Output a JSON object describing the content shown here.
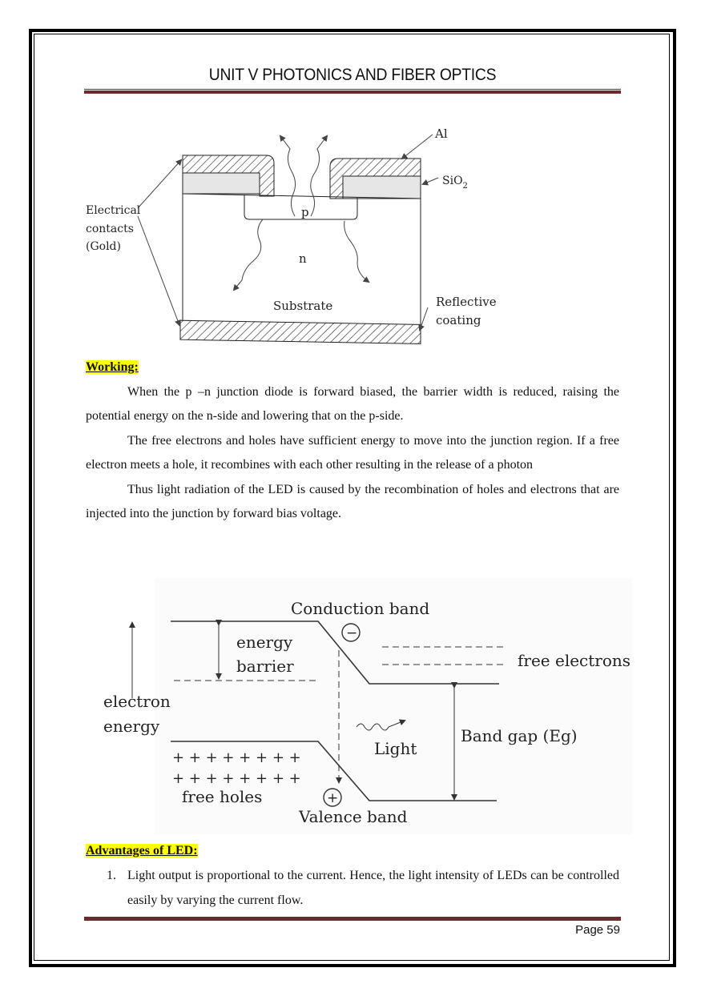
{
  "header": {
    "title": "UNIT V PHOTONICS AND FIBER OPTICS"
  },
  "figure1": {
    "labels": {
      "al": "Al",
      "sio2": "SiO",
      "sio2_sub": "2",
      "contacts_1": "Electrical",
      "contacts_2": "contacts",
      "contacts_3": "(Gold)",
      "p": "p",
      "n": "n",
      "substrate": "Substrate",
      "reflective_1": "Reflective",
      "reflective_2": "coating"
    }
  },
  "working": {
    "heading": "Working:",
    "paragraphs": [
      "When the p –n junction diode is forward biased, the barrier width is reduced, raising the potential energy on the n-side and lowering that on the p-side.",
      "The free electrons and holes have sufficient energy to move into the junction region. If a free electron meets a hole, it recombines with each other resulting in the release of a photon",
      "Thus light radiation of the LED is caused by the recombination of holes and electrons that are injected into the junction by forward bias voltage."
    ]
  },
  "figure2": {
    "labels": {
      "conduction": "Conduction band",
      "energy_barrier_1": "energy",
      "energy_barrier_2": "barrier",
      "free_electrons": "free electrons",
      "electron_energy_1": "electron",
      "electron_energy_2": "energy",
      "light": "Light",
      "band_gap": "Band gap (Eg)",
      "plus_row": "+ + + + + + + +",
      "free_holes": "free holes",
      "valence": "Valence band",
      "minus": "−",
      "plus": "+"
    }
  },
  "advantages": {
    "heading": "Advantages of LED:",
    "items": [
      {
        "num": "1.",
        "text": "Light output is proportional to the current. Hence, the light intensity of LEDs can be controlled easily by varying the current flow."
      }
    ]
  },
  "footer": {
    "page": "Page 59"
  }
}
